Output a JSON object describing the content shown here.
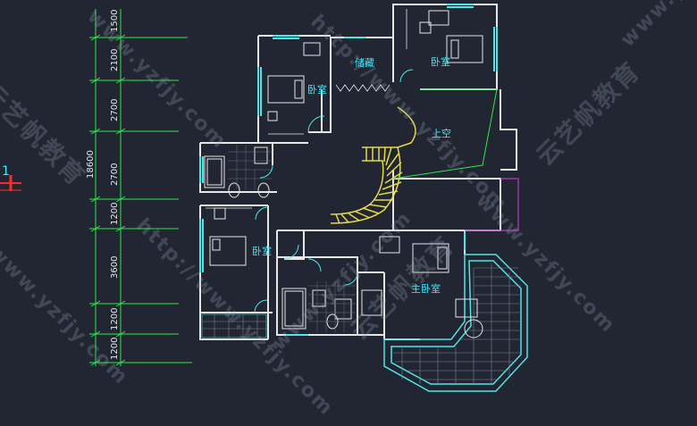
{
  "drawing": {
    "total_dimension": "18600",
    "dimensions": [
      "1500",
      "2100",
      "2700",
      "2700",
      "1200",
      "3600",
      "1200",
      "1200"
    ],
    "axis_marker": "1"
  },
  "rooms": {
    "storage": "储藏",
    "bedroom_top_right": "卧室",
    "bedroom_top_left": "卧室",
    "open_above": "上空",
    "bedroom_left": "卧室",
    "master_bedroom": "主卧室"
  },
  "watermarks": {
    "brand": "云艺帆教育",
    "url": "http://www.yzfjy.com",
    "url_short": "www.yzfjy.com"
  },
  "colors": {
    "background": "#212632",
    "wall": "#e6e6e6",
    "dimension_line": "#2ee84c",
    "window": "#4fe6e6",
    "stair": "#e6d94a",
    "label": "#35f0ff",
    "accent_line": "#b43cc8"
  }
}
